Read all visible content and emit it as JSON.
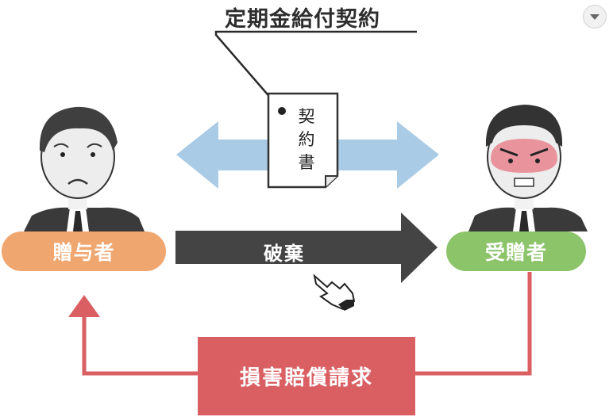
{
  "title": "定期金給付契約",
  "document_label": "契約書",
  "giver_label": "贈与者",
  "receiver_label": "受贈者",
  "breach_label": "破棄",
  "claim_label": "損害賠償請求",
  "colors": {
    "giver": "#f0a66f",
    "receiver": "#8cc46a",
    "claim": "#d95f63",
    "contract_arrow": "#a9cbe6",
    "breach_arrow": "#444444"
  },
  "icons": {
    "dropdown": "chevron-down-icon",
    "pointer": "hand-pointer-icon",
    "document": "document-icon"
  }
}
